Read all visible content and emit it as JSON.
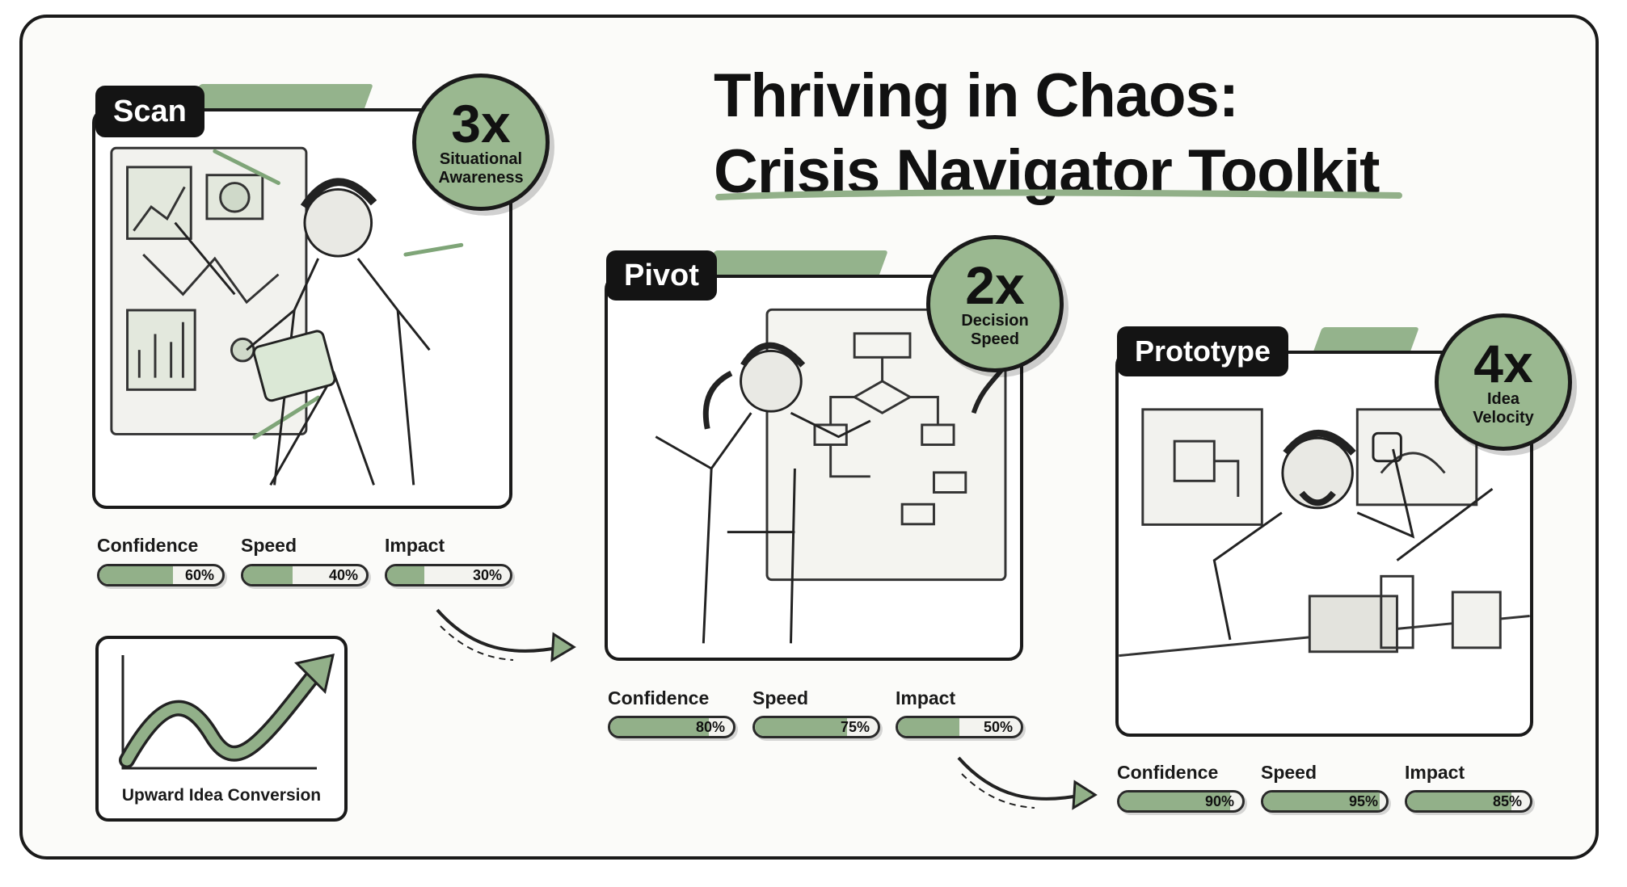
{
  "title": {
    "line1": "Thriving in Chaos:",
    "line2": "Crisis Navigator Toolkit"
  },
  "colors": {
    "accent_green": "#92b089",
    "ink": "#1a1a1a",
    "paper": "#fbfbf9"
  },
  "stages": [
    {
      "name": "Scan",
      "badge": {
        "multiplier": "3x",
        "caption_line1": "Situational",
        "caption_line2": "Awareness"
      },
      "metrics": [
        {
          "label": "Confidence",
          "percent_text": "60%",
          "value": 60
        },
        {
          "label": "Speed",
          "percent_text": "40%",
          "value": 40
        },
        {
          "label": "Impact",
          "percent_text": "30%",
          "value": 30
        }
      ]
    },
    {
      "name": "Pivot",
      "badge": {
        "multiplier": "2x",
        "caption_line1": "Decision",
        "caption_line2": "Speed"
      },
      "metrics": [
        {
          "label": "Confidence",
          "percent_text": "80%",
          "value": 80
        },
        {
          "label": "Speed",
          "percent_text": "75%",
          "value": 75
        },
        {
          "label": "Impact",
          "percent_text": "50%",
          "value": 50
        }
      ]
    },
    {
      "name": "Prototype",
      "badge": {
        "multiplier": "4x",
        "caption_line1": "Idea",
        "caption_line2": "Velocity"
      },
      "metrics": [
        {
          "label": "Confidence",
          "percent_text": "90%",
          "value": 90
        },
        {
          "label": "Speed",
          "percent_text": "95%",
          "value": 95
        },
        {
          "label": "Impact",
          "percent_text": "85%",
          "value": 85
        }
      ]
    }
  ],
  "mini_chart": {
    "caption": "Upward Idea Conversion",
    "trend": "up"
  },
  "icons": [
    "scan-illustration",
    "pivot-illustration",
    "prototype-illustration",
    "trend-arrow-icon",
    "flow-arrow-icon"
  ]
}
